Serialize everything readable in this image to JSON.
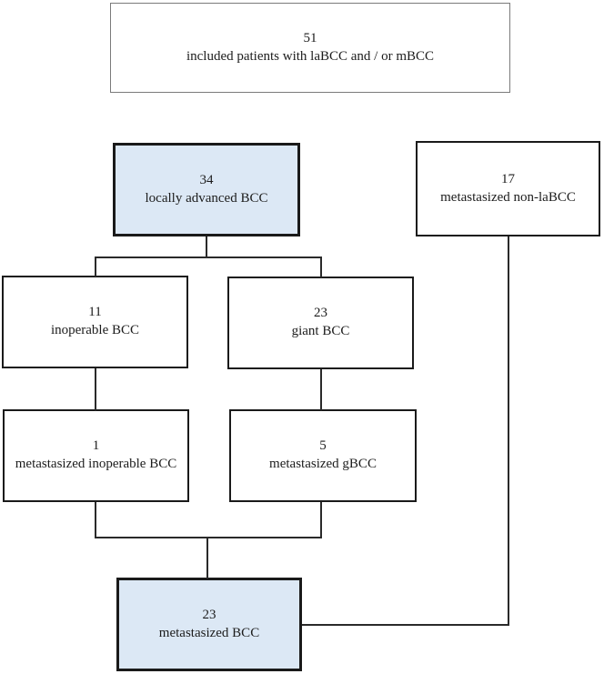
{
  "diagram": {
    "type": "flowchart",
    "boxes": [
      {
        "key": "included-patients",
        "count": "51",
        "label": "included patients with laBCC and / or mBCC",
        "highlighted": false
      },
      {
        "key": "locally-advanced-bcc",
        "count": "34",
        "label": "locally advanced BCC",
        "highlighted": true
      },
      {
        "key": "metastasized-non-labcc",
        "count": "17",
        "label": "metastasized non-laBCC",
        "highlighted": false
      },
      {
        "key": "inoperable-bcc",
        "count": "11",
        "label": "inoperable BCC",
        "highlighted": false
      },
      {
        "key": "giant-bcc",
        "count": "23",
        "label": "giant BCC",
        "highlighted": false
      },
      {
        "key": "metastasized-inoperable-bcc",
        "count": "1",
        "label": "metastasized inoperable BCC",
        "highlighted": false
      },
      {
        "key": "metastasized-gbcc",
        "count": "5",
        "label": "metastasized gBCC",
        "highlighted": false
      },
      {
        "key": "metastasized-bcc",
        "count": "23",
        "label": "metastasized BCC",
        "highlighted": true
      }
    ],
    "colors": {
      "highlight_fill": "#dce8f5",
      "box_fill": "#ffffff",
      "box_border": "#1a1a1a",
      "outer_box_border": "#7a7a7a",
      "connector": "#2a2a2a"
    }
  }
}
